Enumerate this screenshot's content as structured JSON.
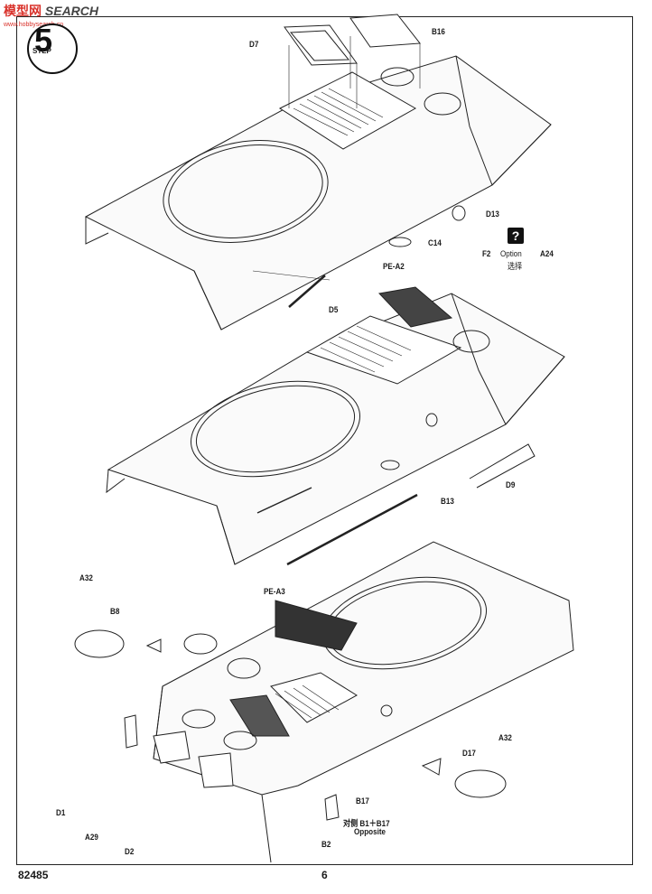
{
  "watermark": {
    "brand_cn": "模型网",
    "brand_en": "SEARCH",
    "sub": "www.hobbysearch.cn"
  },
  "step": {
    "number": "5",
    "word": "STEP"
  },
  "labels": {
    "d7": "D7",
    "b16": "B16",
    "d13": "D13",
    "c14": "C14",
    "d5": "D5",
    "f2": "F2",
    "a24": "A24",
    "option": "Option",
    "option_cn": "选择",
    "option_icon": "?",
    "pea2": "PE-A2",
    "d9": "D9",
    "b13": "B13",
    "a32_left": "A32",
    "b8": "B8",
    "pea3": "PE-A3",
    "d1": "D1",
    "a29": "A29",
    "d2": "D2",
    "b17": "B17",
    "opposite_cn": "对侧 B1＋B17",
    "opposite": "Opposite",
    "b2": "B2",
    "d17": "D17",
    "a32_right": "A32"
  },
  "footer": {
    "code": "82485",
    "page": "6"
  }
}
